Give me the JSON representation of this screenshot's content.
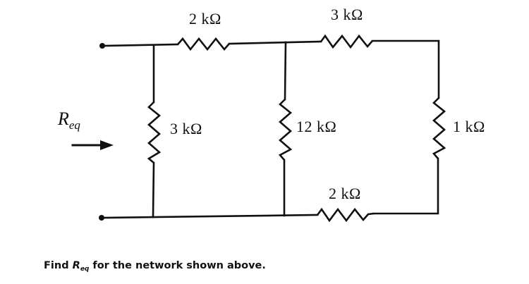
{
  "diagram": {
    "type": "resistor-network",
    "input_label": {
      "main": "R",
      "sub": "eq"
    },
    "resistors": {
      "top_left": {
        "label": "2 kΩ",
        "value_kohm": 2,
        "position": "top wire, between left node and middle node"
      },
      "top_right": {
        "label": "3 kΩ",
        "value_kohm": 3,
        "position": "top wire, between middle node and right corner"
      },
      "shunt_left": {
        "label": "3 kΩ",
        "value_kohm": 3,
        "position": "vertical, left branch"
      },
      "shunt_mid": {
        "label": "12 kΩ",
        "value_kohm": 12,
        "position": "vertical, middle branch"
      },
      "shunt_right": {
        "label": "1 kΩ",
        "value_kohm": 1,
        "position": "vertical, right branch"
      },
      "bottom_right": {
        "label": "2 kΩ",
        "value_kohm": 2,
        "position": "bottom wire, between middle node and right corner"
      }
    },
    "colors": {
      "ink": "#111111",
      "background": "#ffffff"
    }
  },
  "caption": {
    "prefix": "Find ",
    "var_main": "R",
    "var_sub": "eq",
    "suffix": " for the network shown above."
  }
}
